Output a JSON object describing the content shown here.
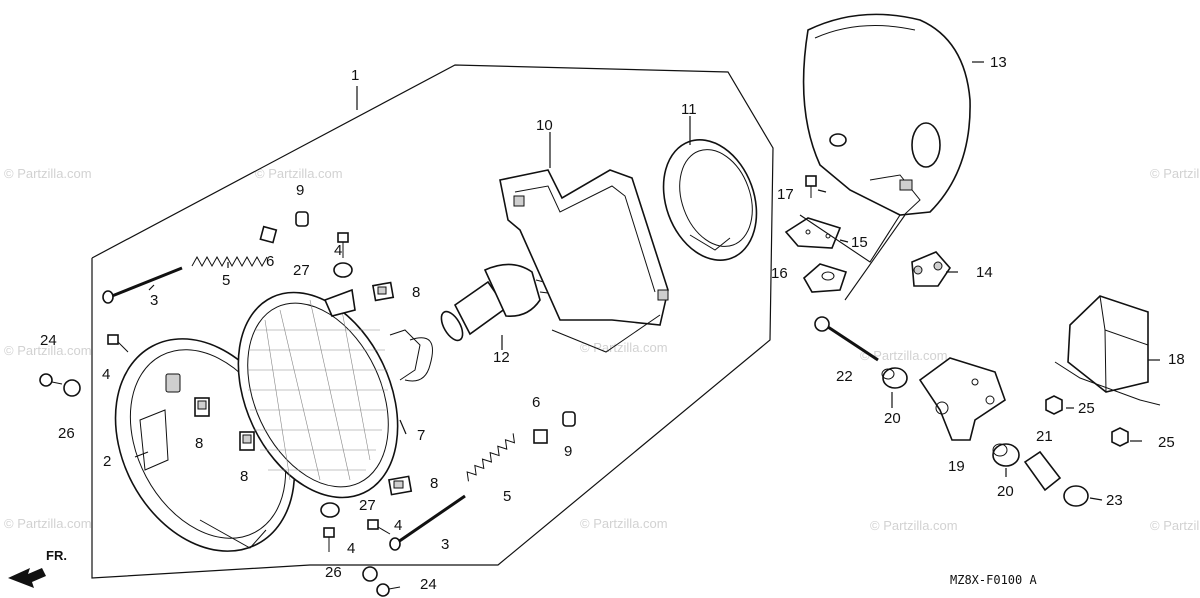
{
  "diagram": {
    "watermark": "© Partzilla.com",
    "drawing_code": "MZ8X-F0100 A",
    "direction_label": "FR.",
    "callouts": {
      "c1": "1",
      "c2": "2",
      "c3a": "3",
      "c3b": "3",
      "c4a": "4",
      "c4b": "4",
      "c4c": "4",
      "c4d": "4",
      "c5a": "5",
      "c5b": "5",
      "c6a": "6",
      "c6b": "6",
      "c7": "7",
      "c8a": "8",
      "c8b": "8",
      "c8c": "8",
      "c8d": "8",
      "c9a": "9",
      "c9b": "9",
      "c10": "10",
      "c11": "11",
      "c12": "12",
      "c13": "13",
      "c14": "14",
      "c15": "15",
      "c16": "16",
      "c17": "17",
      "c18": "18",
      "c19": "19",
      "c20a": "20",
      "c20b": "20",
      "c21": "21",
      "c22": "22",
      "c23": "23",
      "c24a": "24",
      "c24b": "24",
      "c25a": "25",
      "c25b": "25",
      "c26a": "26",
      "c26b": "26",
      "c27a": "27",
      "c27b": "27"
    }
  }
}
